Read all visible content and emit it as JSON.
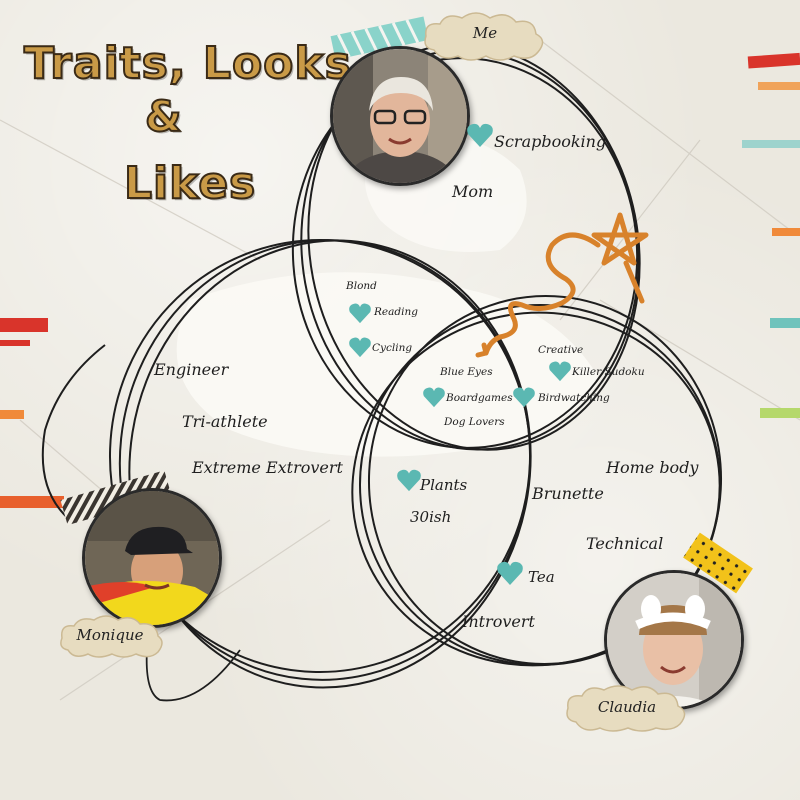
{
  "title": {
    "line1": "Traits, Looks",
    "line2": "&",
    "line3": "Likes"
  },
  "people": {
    "me": "Me",
    "monique": "Monique",
    "claudia": "Claudia"
  },
  "labels": {
    "me_only": [
      "Scrapbooking",
      "Mom"
    ],
    "monique_only": [
      "Engineer",
      "Tri-athlete",
      "Extreme Extrovert"
    ],
    "claudia_only": [
      "Home body",
      "Brunette",
      "Technical",
      "Tea",
      "Introvert"
    ],
    "me_monique": [
      "Blond",
      "Reading",
      "Cycling"
    ],
    "me_claudia": [
      "Creative",
      "Killer Sudoku",
      "Birdwatching"
    ],
    "all_three": [
      "Blue Eyes",
      "Boardgames",
      "Dog Lovers"
    ],
    "monique_claudia": [
      "Plants",
      "30ish"
    ]
  },
  "colors": {
    "heart": "#5bb8b2",
    "arrow": "#d8822b",
    "ink": "#1e1e1e",
    "tag": "#e7dcc0"
  }
}
